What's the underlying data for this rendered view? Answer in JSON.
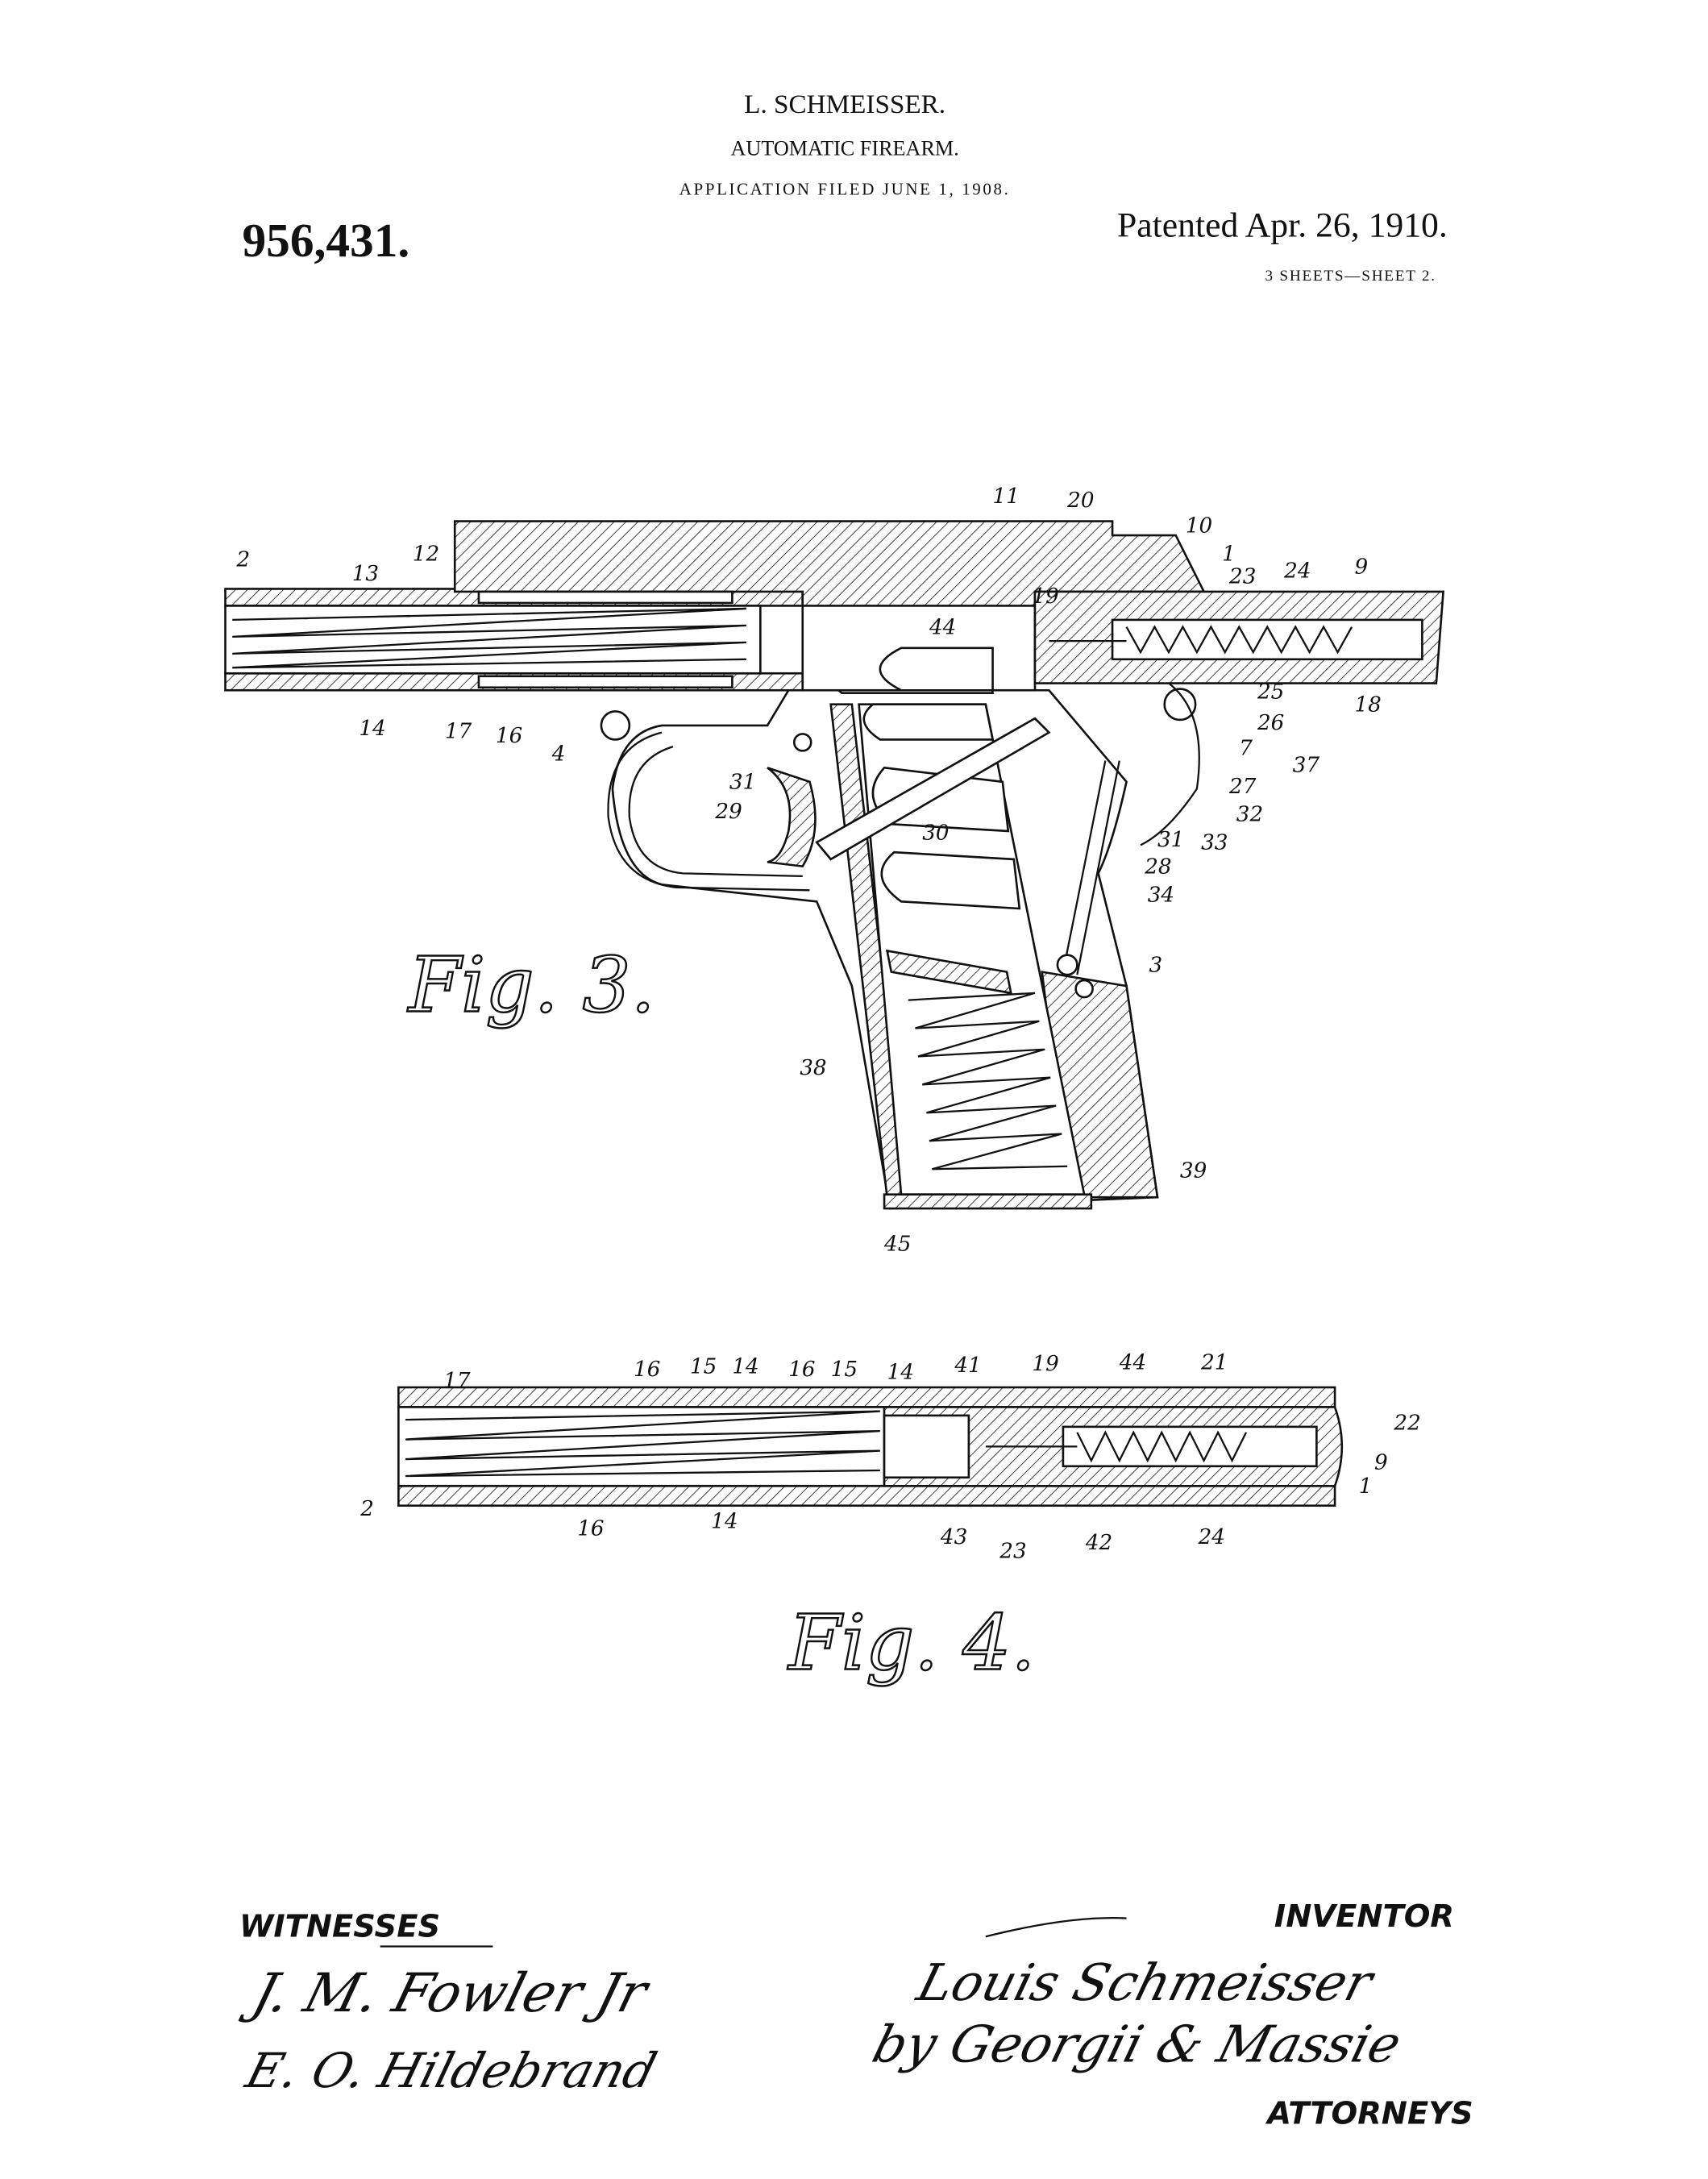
{
  "header": {
    "inventor_name": "L. SCHMEISSER.",
    "title": "AUTOMATIC FIREARM.",
    "application_filed": "APPLICATION FILED JUNE 1, 1908.",
    "patent_number": "956,431.",
    "patented_date": "Patented Apr. 26, 1910.",
    "sheets": "3 SHEETS—SHEET 2."
  },
  "fig3": {
    "caption": "Fig. 3.",
    "labels": [
      "2",
      "13",
      "12",
      "11",
      "20",
      "10",
      "1",
      "23",
      "24",
      "9",
      "19",
      "44",
      "14",
      "17",
      "16",
      "4",
      "25",
      "18",
      "26",
      "7",
      "37",
      "27",
      "32",
      "33",
      "31",
      "28",
      "34",
      "3",
      "31",
      "29",
      "30",
      "38",
      "39",
      "45"
    ]
  },
  "fig4": {
    "caption": "Fig. 4.",
    "labels": [
      "17",
      "16",
      "15",
      "14",
      "16",
      "15",
      "14",
      "41",
      "19",
      "44",
      "21",
      "22",
      "9",
      "1",
      "2",
      "16",
      "14",
      "43",
      "23",
      "42",
      "24"
    ]
  },
  "signatures": {
    "witnesses_heading": "WITNESSES",
    "witness_1": "J. M. Fowler Jr",
    "witness_2": "E. O. Hildebrand",
    "inventor_heading": "INVENTOR",
    "inventor_signature": "Louis Schmeisser",
    "attorneys_signature": "by Georgii & Massie",
    "attorneys_heading": "ATTORNEYS"
  }
}
